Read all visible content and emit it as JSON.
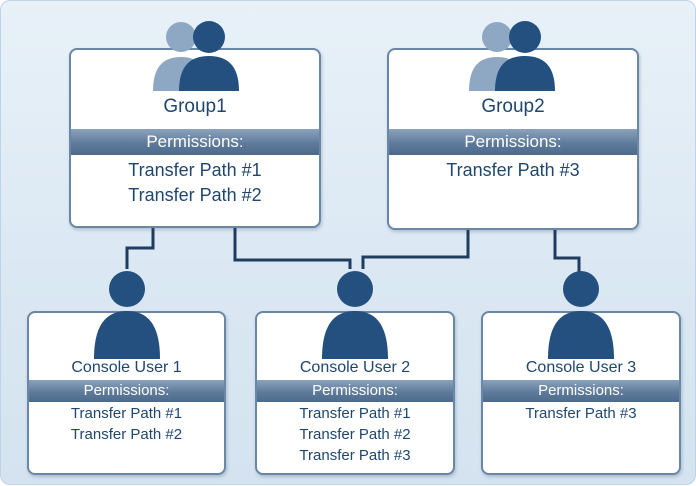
{
  "colors": {
    "accent": "#1e466f",
    "icon": "#24507f",
    "header_bar": "#5f7b9b",
    "connector": "#1f3d5e",
    "background": "#dbe8f3"
  },
  "groups": [
    {
      "name": "Group1",
      "icon": "user-group-icon",
      "permissions_label": "Permissions:",
      "permissions": [
        "Transfer Path #1",
        "Transfer Path #2"
      ]
    },
    {
      "name": "Group2",
      "icon": "user-group-icon",
      "permissions_label": "Permissions:",
      "permissions": [
        "Transfer Path #3"
      ]
    }
  ],
  "users": [
    {
      "name": "Console User 1",
      "icon": "user-icon",
      "permissions_label": "Permissions:",
      "permissions": [
        "Transfer Path #1",
        "Transfer Path #2"
      ]
    },
    {
      "name": "Console User 2",
      "icon": "user-icon",
      "permissions_label": "Permissions:",
      "permissions": [
        "Transfer Path #1",
        "Transfer Path #2",
        "Transfer Path #3"
      ]
    },
    {
      "name": "Console User 3",
      "icon": "user-icon",
      "permissions_label": "Permissions:",
      "permissions": [
        "Transfer Path #3"
      ]
    }
  ],
  "connections": [
    {
      "from": "Group1",
      "to": "Console User 1"
    },
    {
      "from": "Group1",
      "to": "Console User 2"
    },
    {
      "from": "Group2",
      "to": "Console User 2"
    },
    {
      "from": "Group2",
      "to": "Console User 3"
    }
  ]
}
